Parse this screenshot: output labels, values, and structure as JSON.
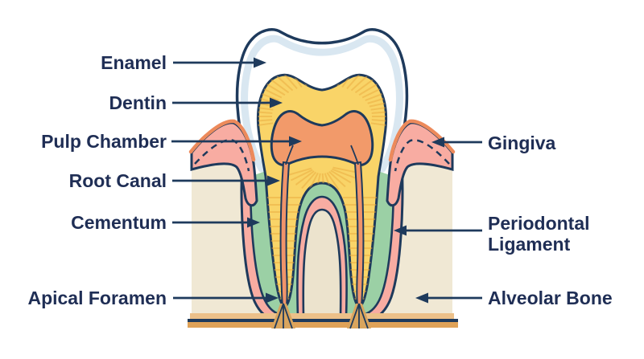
{
  "diagram": {
    "labels_left": [
      {
        "text": "Enamel"
      },
      {
        "text": "Dentin"
      },
      {
        "text": "Pulp Chamber"
      },
      {
        "text": "Root Canal"
      },
      {
        "text": "Cementum"
      },
      {
        "text": "Apical Foramen"
      }
    ],
    "labels_right": [
      {
        "text": "Gingiva"
      },
      {
        "text": "Periodontal Ligament"
      },
      {
        "text": "Alveolar Bone"
      }
    ],
    "colors": {
      "outline_navy": "#1e3a5c",
      "label_text": "#1f2e55",
      "enamel_white": "#ffffff",
      "enamel_blue_band": "#d9e7f1",
      "dentin_yellow": "#f9d468",
      "dentin_rays": "#e9a93f",
      "pulp_orange": "#f29a6a",
      "gingiva_pink": "#f8aca2",
      "gingiva_edge_orange": "#ed8a5b",
      "cementum_green": "#9bd0a5",
      "bone_beige": "#f0e8d4",
      "bone_base_light": "#ecc089",
      "bone_base_orange": "#dfa258",
      "vessel_tan": "#d9a55e"
    }
  }
}
